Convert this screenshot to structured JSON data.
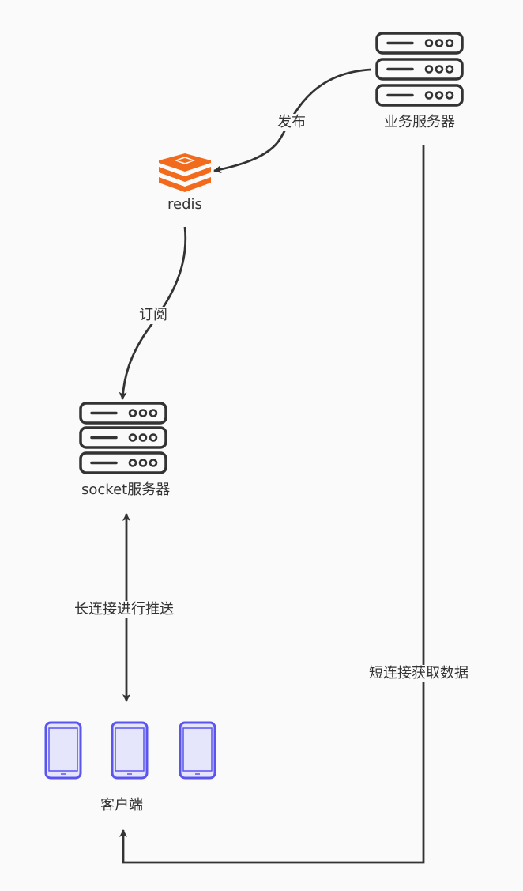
{
  "nodes": {
    "business_server": {
      "label": "业务服务器",
      "icon": "server-icon"
    },
    "redis": {
      "label": "redis",
      "icon": "redis-icon"
    },
    "socket_server": {
      "label": "socket服务器",
      "icon": "server-icon"
    },
    "clients": {
      "label": "客户端",
      "icon": "phone-icon",
      "count": 3
    }
  },
  "edges": {
    "publish": {
      "label": "发布"
    },
    "subscribe": {
      "label": "订阅"
    },
    "long_connection": {
      "label": "长连接进行推送"
    },
    "short_connection": {
      "label": "短连接获取数据"
    }
  },
  "colors": {
    "line": "#333333",
    "redis": "#f26a1b",
    "phone_stroke": "#5b55f0",
    "phone_fill": "#e5e6fb"
  }
}
